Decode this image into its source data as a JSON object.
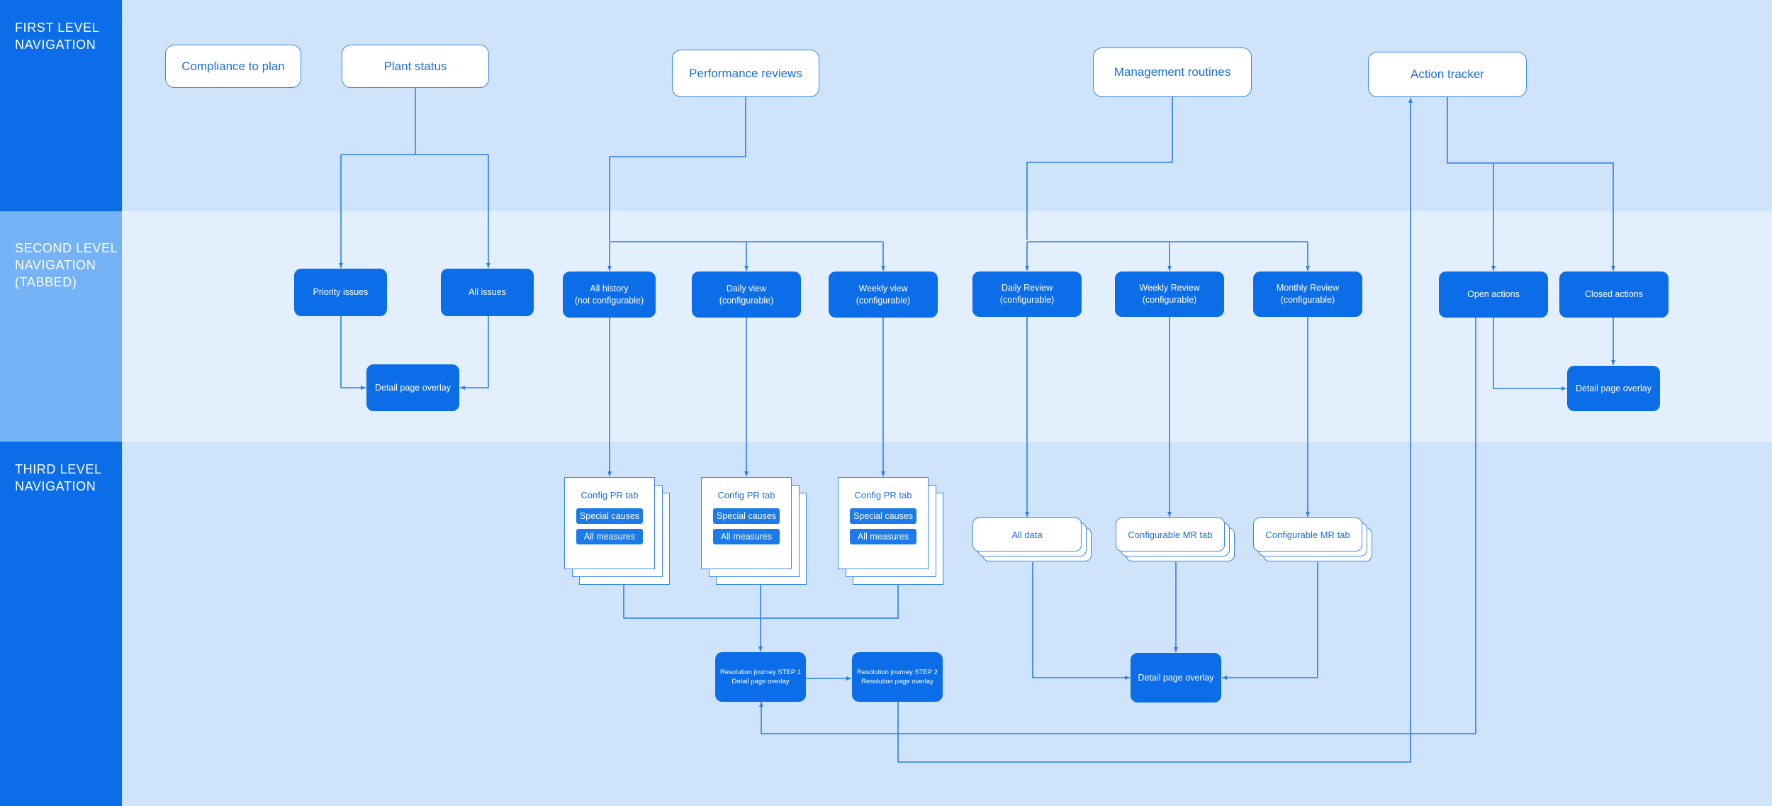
{
  "levels": {
    "first": "FIRST LEVEL\nNAVIGATION",
    "second": "SECOND LEVEL\nNAVIGATION\n(TABBED)",
    "third": "THIRD LEVEL\nNAVIGATION"
  },
  "first_level": {
    "compliance": "Compliance to plan",
    "plant_status": "Plant status",
    "performance_reviews": "Performance reviews",
    "management_routines": "Management routines",
    "action_tracker": "Action tracker"
  },
  "second_level": {
    "priority_issues": "Priority issues",
    "all_issues": "All issues",
    "plant_detail_overlay": "Detail page overlay",
    "all_history": "All history\n(not configurable)",
    "daily_view": "Daily view\n(configurable)",
    "weekly_view": "Weekly view\n(configurable)",
    "daily_review": "Daily Review\n(configurable)",
    "weekly_review": "Weekly Review\n(configurable)",
    "monthly_review": "Monthly Review\n(configurable)",
    "open_actions": "Open actions",
    "closed_actions": "Closed  actions",
    "action_detail_overlay": "Detail page overlay"
  },
  "third_level": {
    "config_pr_tabs": [
      {
        "title": "Config PR tab",
        "pills": [
          "Special causes",
          "All measures"
        ]
      },
      {
        "title": "Config PR tab",
        "pills": [
          "Special causes",
          "All measures"
        ]
      },
      {
        "title": "Config PR tab",
        "pills": [
          "Special causes",
          "All measures"
        ]
      }
    ],
    "all_data": "All data",
    "configurable_mr_tab_weekly": "Configurable MR tab",
    "configurable_mr_tab_monthly": "Configurable MR tab",
    "resolution_step1": "Resolution journey STEP 1\nDetail page overlay",
    "resolution_step2": "Resolution journey STEP 2\nResolution page overlay",
    "mr_detail_overlay": "Detail page overlay"
  },
  "colors": {
    "primary_blue": "#0b6ee8",
    "band_dark": "#cfe3fb",
    "band_light": "#e3effd",
    "line": "#2d7fe6"
  }
}
